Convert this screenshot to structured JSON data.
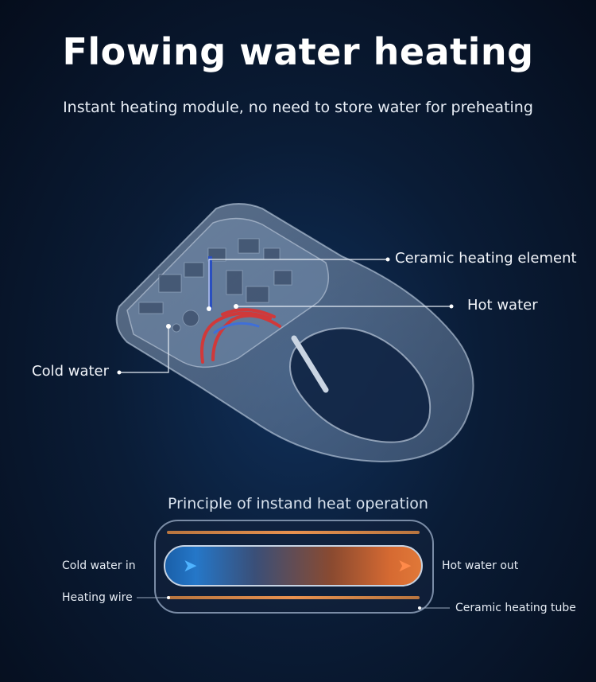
{
  "header": {
    "title": "Flowing water heating",
    "subtitle": "Instant heating module, no need to store water for preheating"
  },
  "product_diagram": {
    "labels": {
      "ceramic_heating_element": "Ceramic heating element",
      "hot_water": "Hot water",
      "cold_water": "Cold water"
    }
  },
  "principle": {
    "title": "Principle of instand heat operation",
    "labels": {
      "cold_water_in": "Cold water in",
      "hot_water_out": "Hot water out",
      "heating_wire": "Heating wire",
      "ceramic_heating_tube": "Ceramic heating tube"
    }
  },
  "colors": {
    "cold": "#2a8fe6",
    "hot": "#e8743a",
    "background": "#0a1c36"
  }
}
